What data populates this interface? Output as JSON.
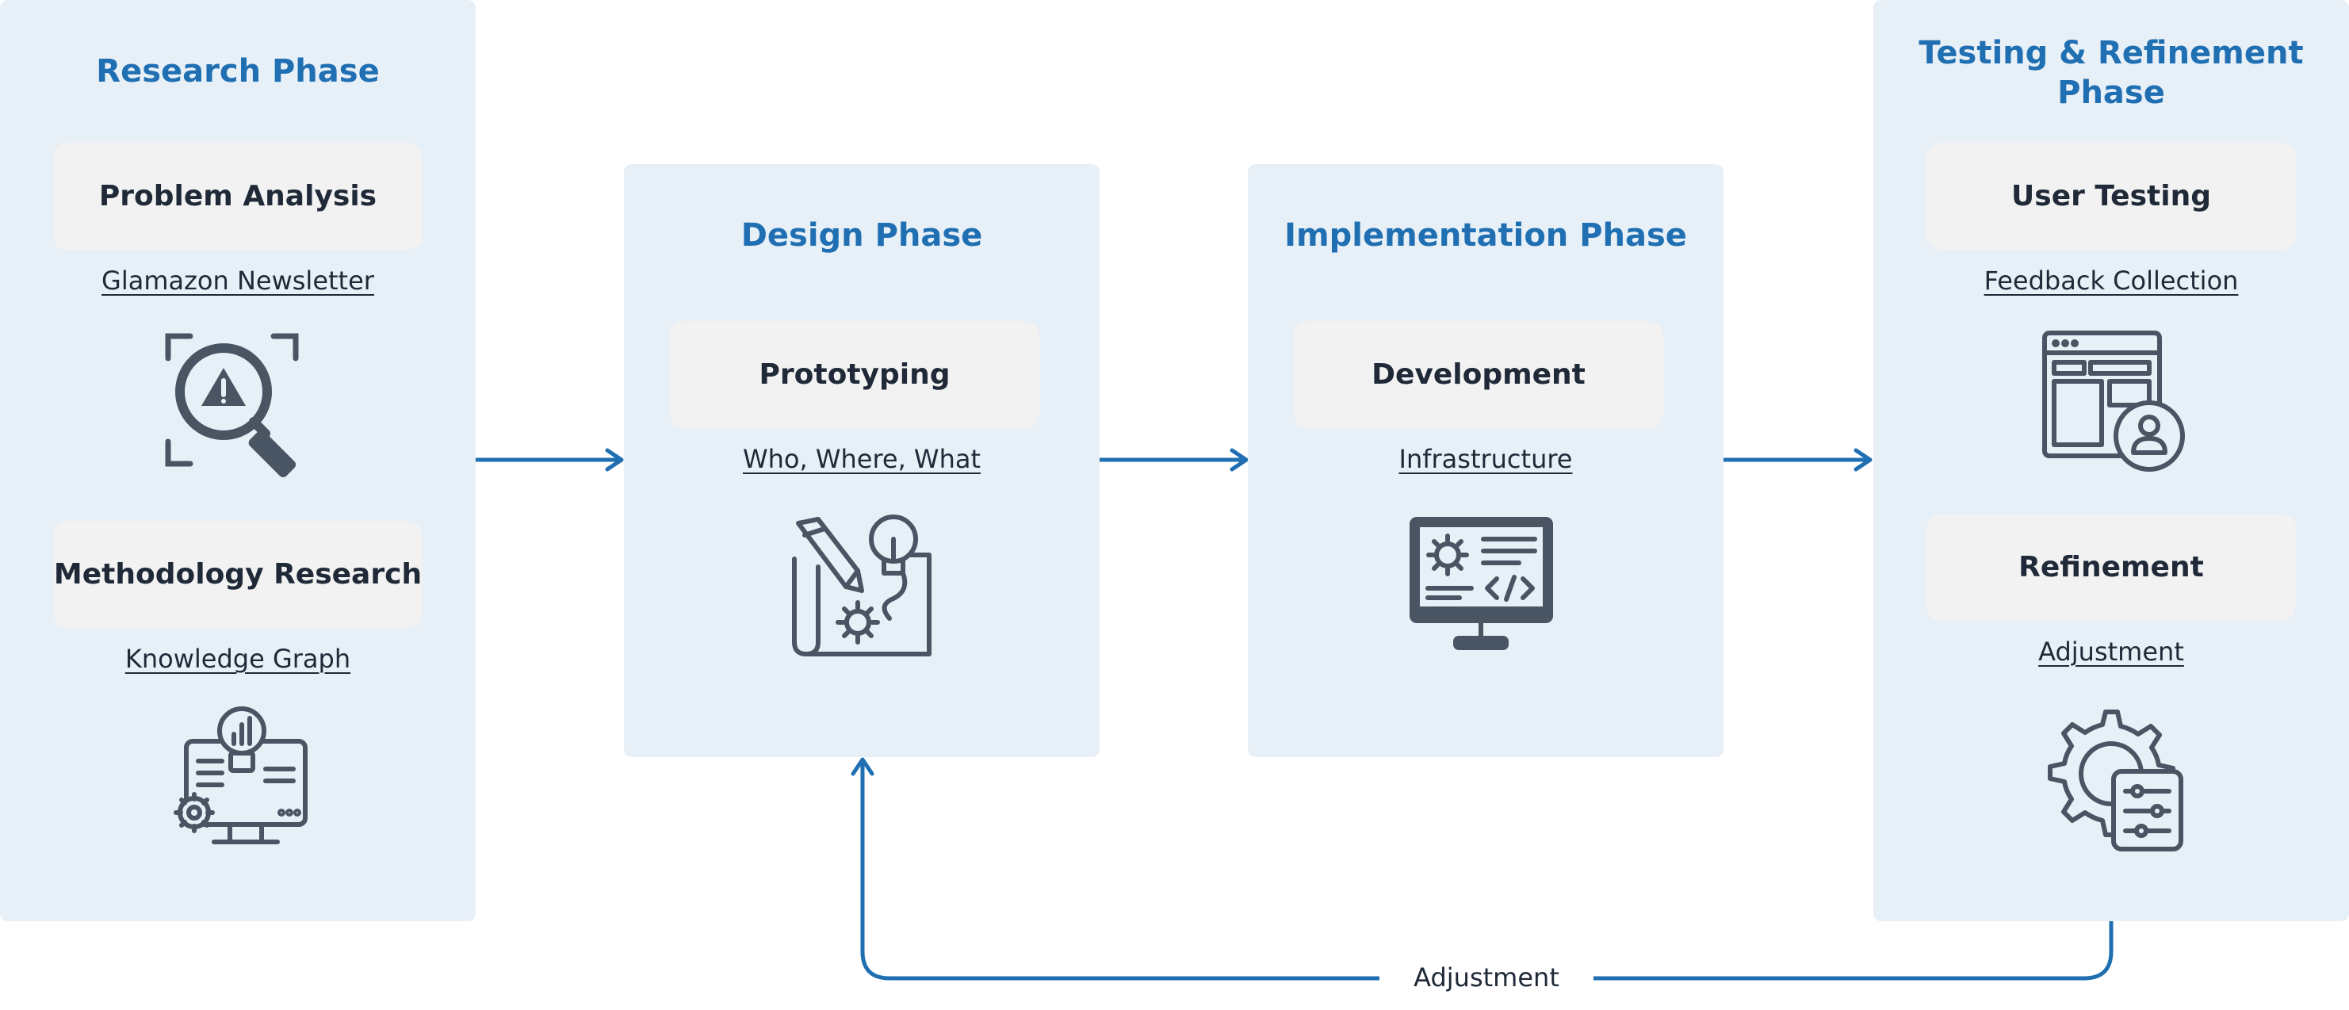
{
  "phases": {
    "research": {
      "title": "Research Phase",
      "steps": [
        {
          "label": "Problem Analysis",
          "link": "Glamazon Newsletter",
          "icon": "search-warning-icon"
        },
        {
          "label": "Methodology Research",
          "link": "Knowledge Graph",
          "icon": "analytics-monitor-icon"
        }
      ]
    },
    "design": {
      "title": "Design Phase",
      "steps": [
        {
          "label": "Prototyping",
          "link": "Who, Where, What",
          "icon": "design-blueprint-icon"
        }
      ]
    },
    "implementation": {
      "title": "Implementation Phase",
      "steps": [
        {
          "label": "Development",
          "link": "Infrastructure",
          "icon": "code-monitor-icon"
        }
      ]
    },
    "testing": {
      "title": "Testing & Refinement Phase",
      "steps": [
        {
          "label": "User Testing",
          "link": "Feedback Collection",
          "icon": "user-window-icon"
        },
        {
          "label": "Refinement",
          "link": "Adjustment",
          "icon": "gear-settings-icon"
        }
      ]
    }
  },
  "feedback_loop": {
    "label": "Adjustment"
  },
  "colors": {
    "accent": "#1f6fb2",
    "panel": "#e7eff7",
    "step_box": "#f2f2f2",
    "icon": "#4a5563",
    "text": "#1f2937"
  }
}
